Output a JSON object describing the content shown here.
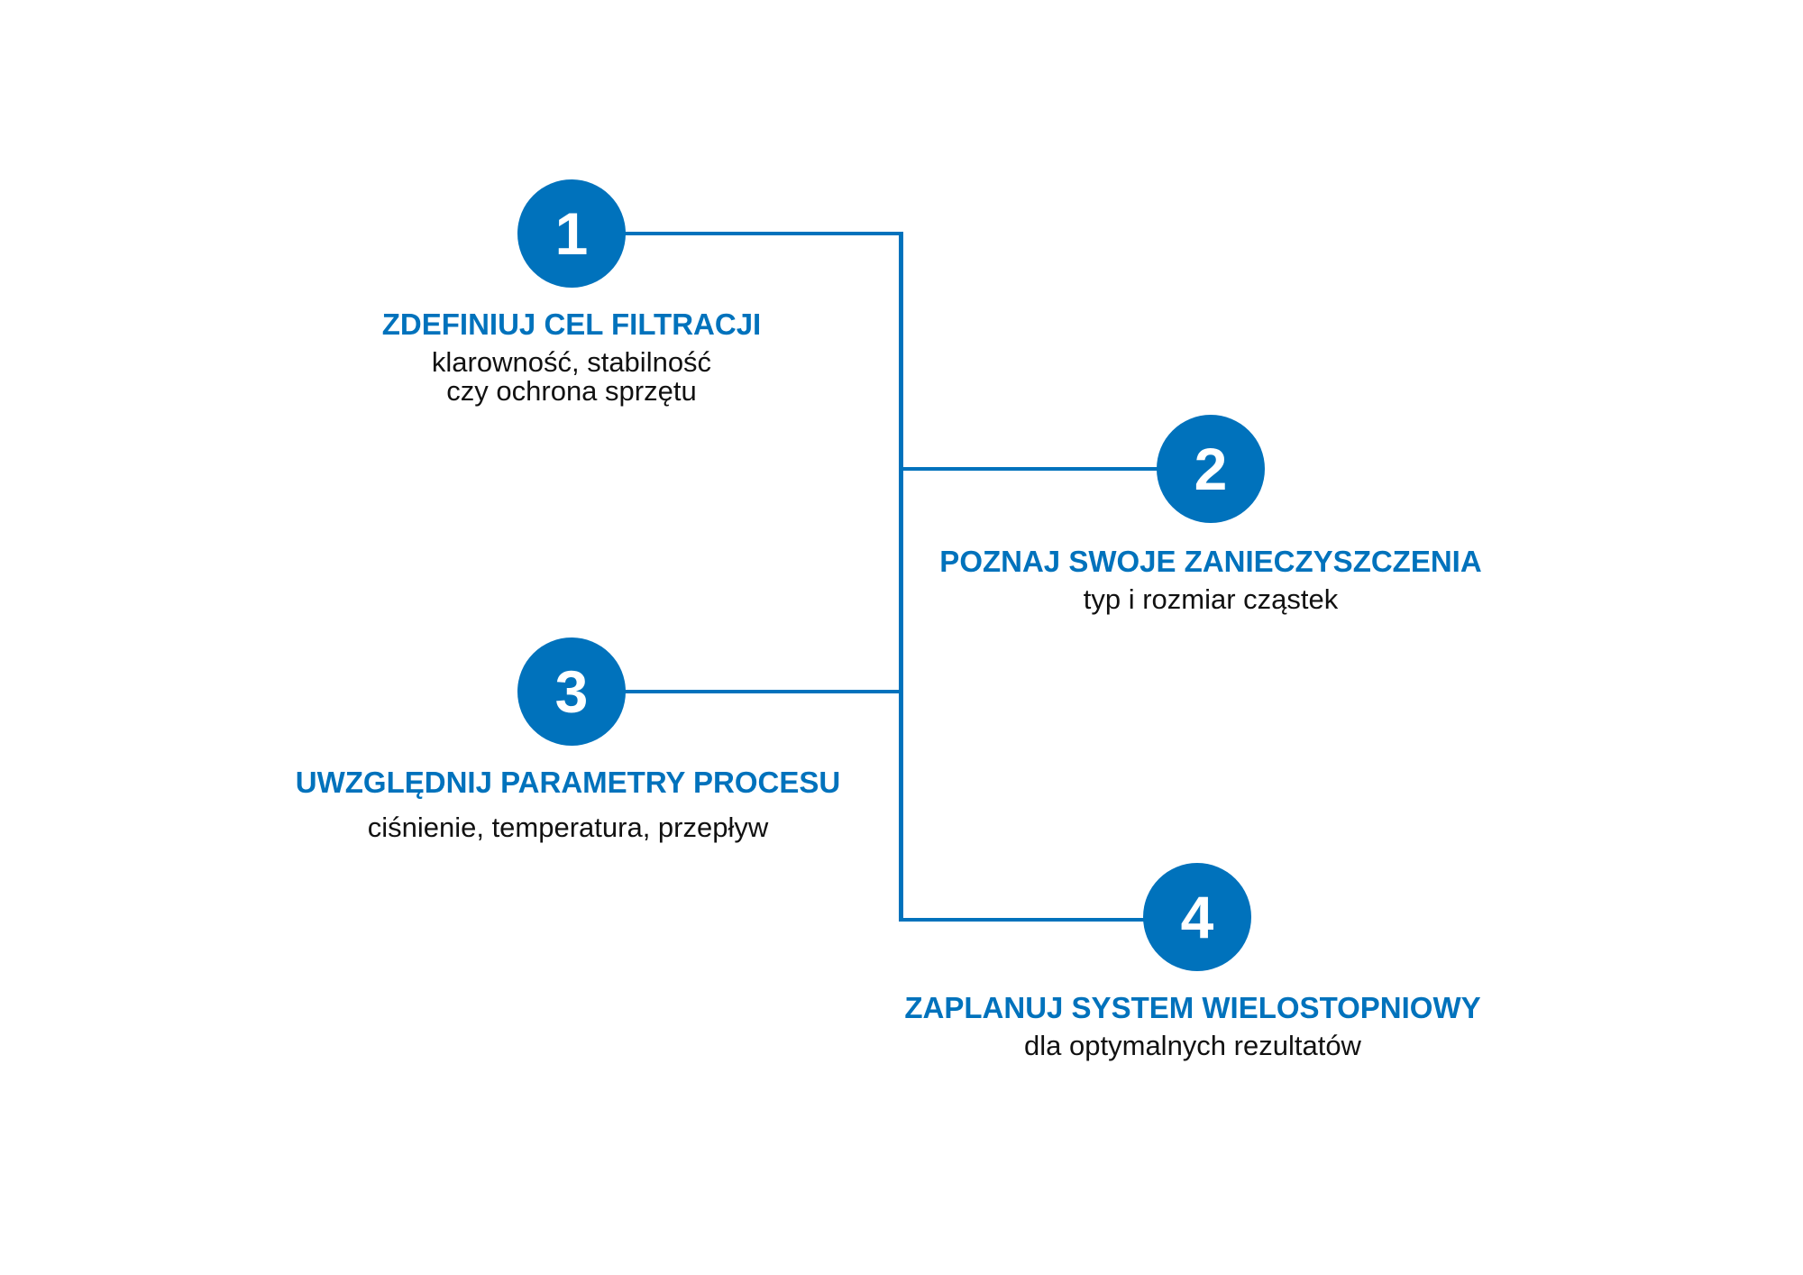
{
  "colors": {
    "accent": "#0072BC",
    "text": "#111111"
  },
  "steps": [
    {
      "number": "1",
      "title": "ZDEFINIUJ CEL FILTRACJI",
      "sub1": "klarowność, stabilność",
      "sub2": "czy ochrona sprzętu"
    },
    {
      "number": "2",
      "title": "POZNAJ SWOJE ZANIECZYSZCZENIA",
      "sub1": "typ i rozmiar cząstek"
    },
    {
      "number": "3",
      "title": "UWZGLĘDNIJ PARAMETRY PROCESU",
      "sub1": "ciśnienie, temperatura, przepływ"
    },
    {
      "number": "4",
      "title": "ZAPLANUJ SYSTEM WIELOSTOPNIOWY",
      "sub1": "dla optymalnych rezultatów"
    }
  ]
}
